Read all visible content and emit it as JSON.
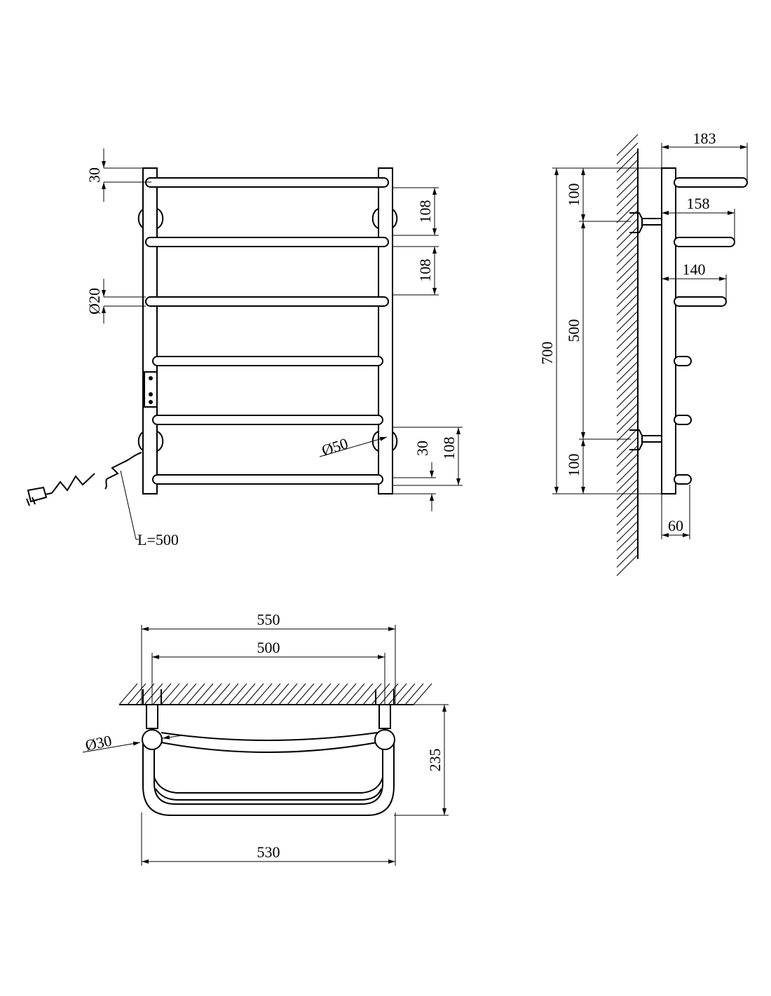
{
  "front_view": {
    "labels": {
      "top_offset": "30",
      "spacing_upper_1": "108",
      "spacing_upper_2": "108",
      "tube_diameter": "Ø20",
      "flange_diameter": "Ø50",
      "bottom_offset": "30",
      "bottom_spacing": "108",
      "cable_length": "L=500"
    }
  },
  "side_view": {
    "labels": {
      "depth_top": "183",
      "depth_mid": "158",
      "depth_low": "140",
      "top_offset": "100",
      "mount_spacing": "500",
      "total_height": "700",
      "bottom_offset": "100",
      "wall_offset": "60"
    }
  },
  "top_view": {
    "labels": {
      "overall_width": "550",
      "mount_width": "500",
      "base_width": "530",
      "depth": "235",
      "pipe_diameter": "Ø30"
    }
  }
}
